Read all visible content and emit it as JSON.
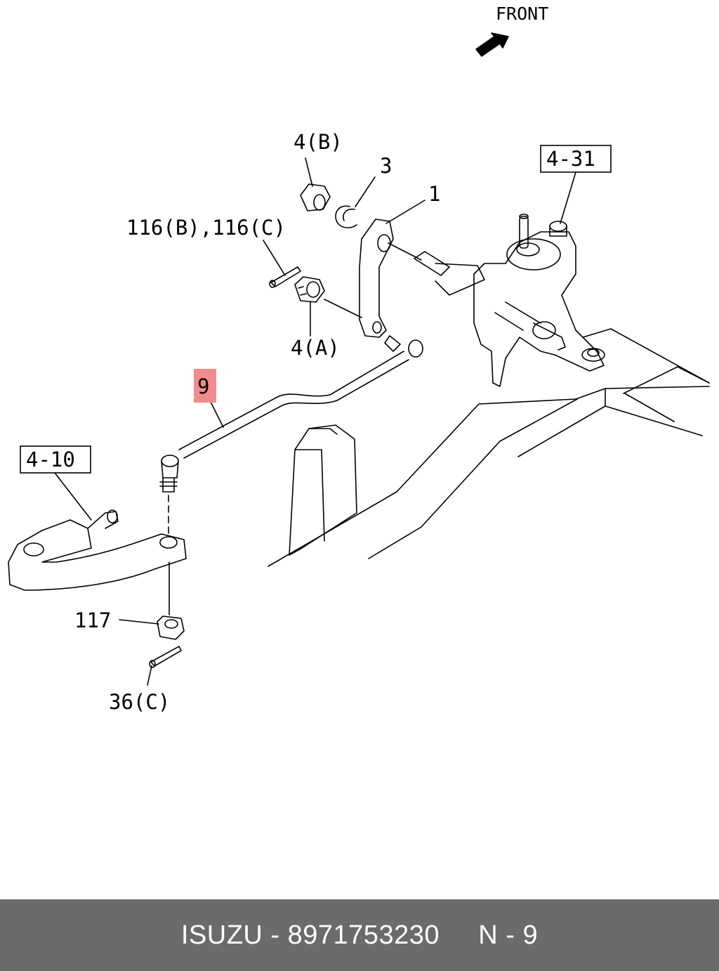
{
  "diagram": {
    "direction_label": "FRONT",
    "callouts": {
      "c_4b": "4(B)",
      "c_3": "3",
      "c_1": "1",
      "c_4_31": "4-31",
      "c_116": "116(B),116(C)",
      "c_4a": "4(A)",
      "c_9": "9",
      "c_4_10": "4-10",
      "c_117": "117",
      "c_36c": "36(C)"
    },
    "highlight_color": "#f28b8b"
  },
  "footer": {
    "brand": "ISUZU",
    "separator": " - ",
    "part_number": "8971753230",
    "ref": "N - 9",
    "bg_color": "#6b6b6b"
  }
}
